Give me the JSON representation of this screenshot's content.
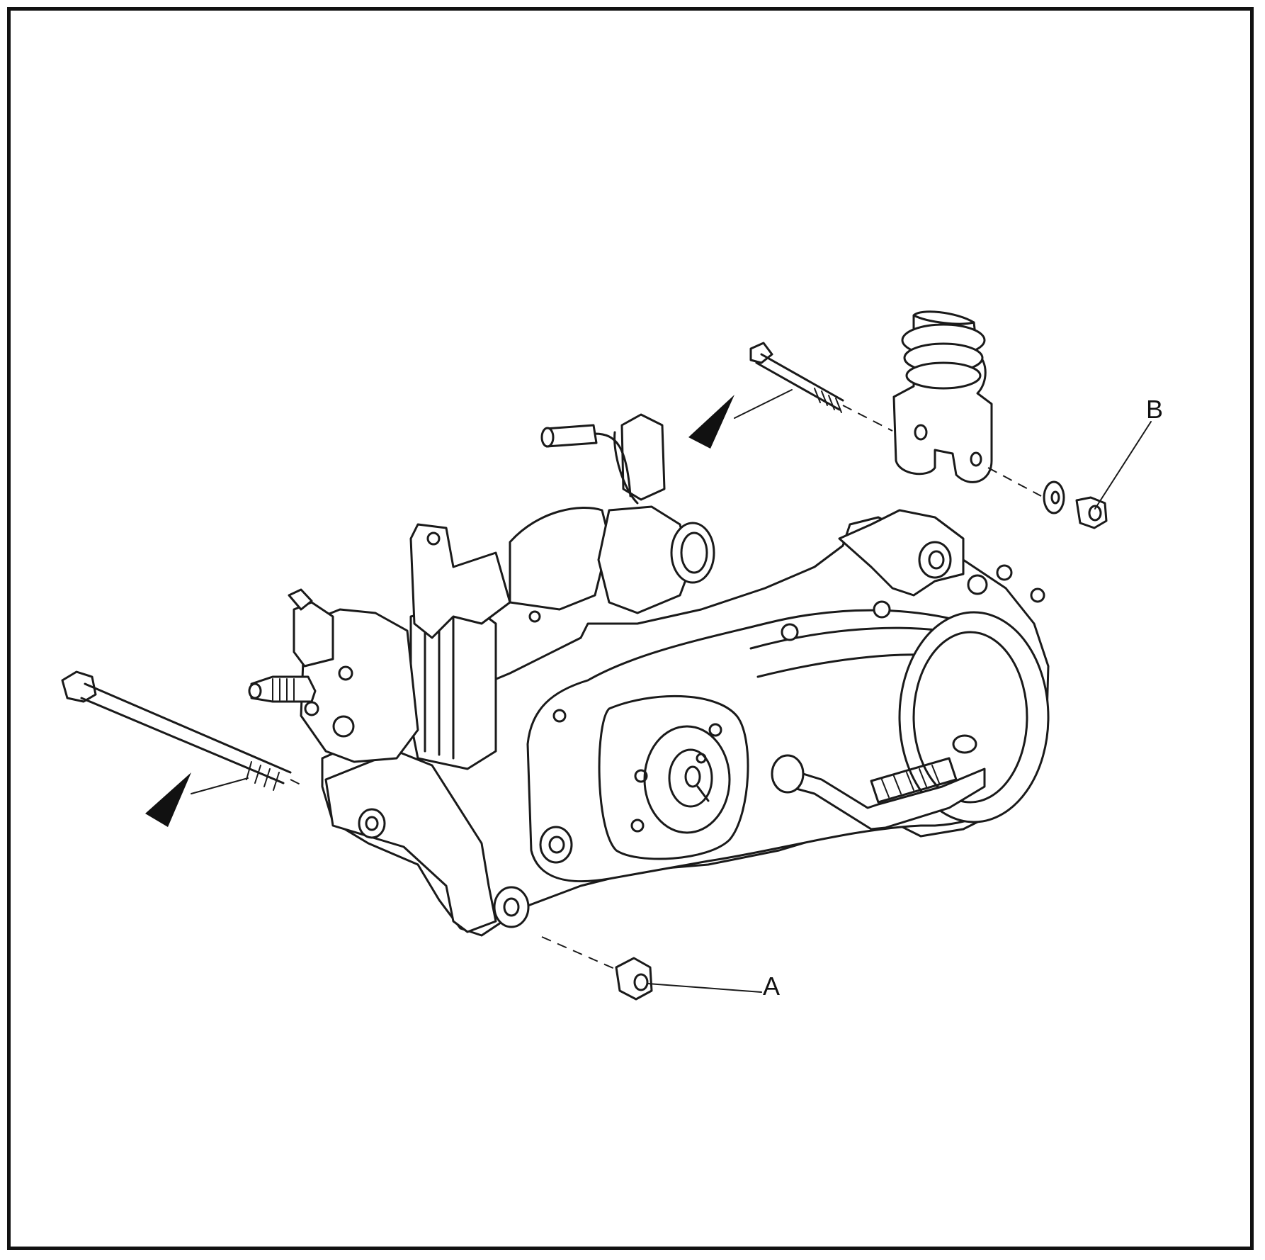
{
  "figure": {
    "callouts": [
      {
        "id": "A",
        "text": "A"
      },
      {
        "id": "B",
        "text": "B"
      }
    ],
    "colors": {
      "ink": "#1a1a1a",
      "background": "#ffffff"
    },
    "icons": [
      "arrowhead-pointer-icon",
      "arrowhead-pointer-icon"
    ]
  }
}
